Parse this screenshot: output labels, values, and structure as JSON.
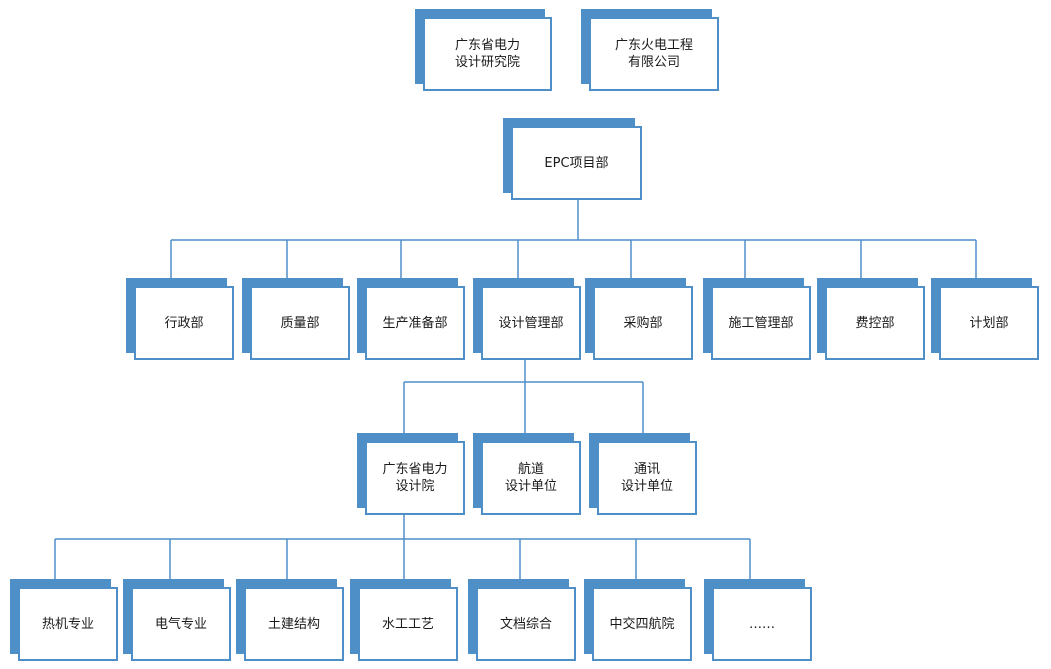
{
  "top_orgs": [
    {
      "label": "广东省电力\n设计研究院"
    },
    {
      "label": "广东火电工程\n有限公司"
    }
  ],
  "project": {
    "label": "EPC项目部"
  },
  "departments": [
    {
      "label": "行政部"
    },
    {
      "label": "质量部"
    },
    {
      "label": "生产准备部"
    },
    {
      "label": "设计管理部"
    },
    {
      "label": "采购部"
    },
    {
      "label": "施工管理部"
    },
    {
      "label": "费控部"
    },
    {
      "label": "计划部"
    }
  ],
  "design_units": [
    {
      "label": "广东省电力\n设计院"
    },
    {
      "label": "航道\n设计单位"
    },
    {
      "label": "通讯\n设计单位"
    }
  ],
  "specialties": [
    {
      "label": "热机专业"
    },
    {
      "label": "电气专业"
    },
    {
      "label": "土建结构"
    },
    {
      "label": "水工工艺"
    },
    {
      "label": "文档综合"
    },
    {
      "label": "中交四航院"
    },
    {
      "label": "……"
    }
  ],
  "colors": {
    "accent": "#4f8fc8",
    "line": "#4f8fc8"
  }
}
